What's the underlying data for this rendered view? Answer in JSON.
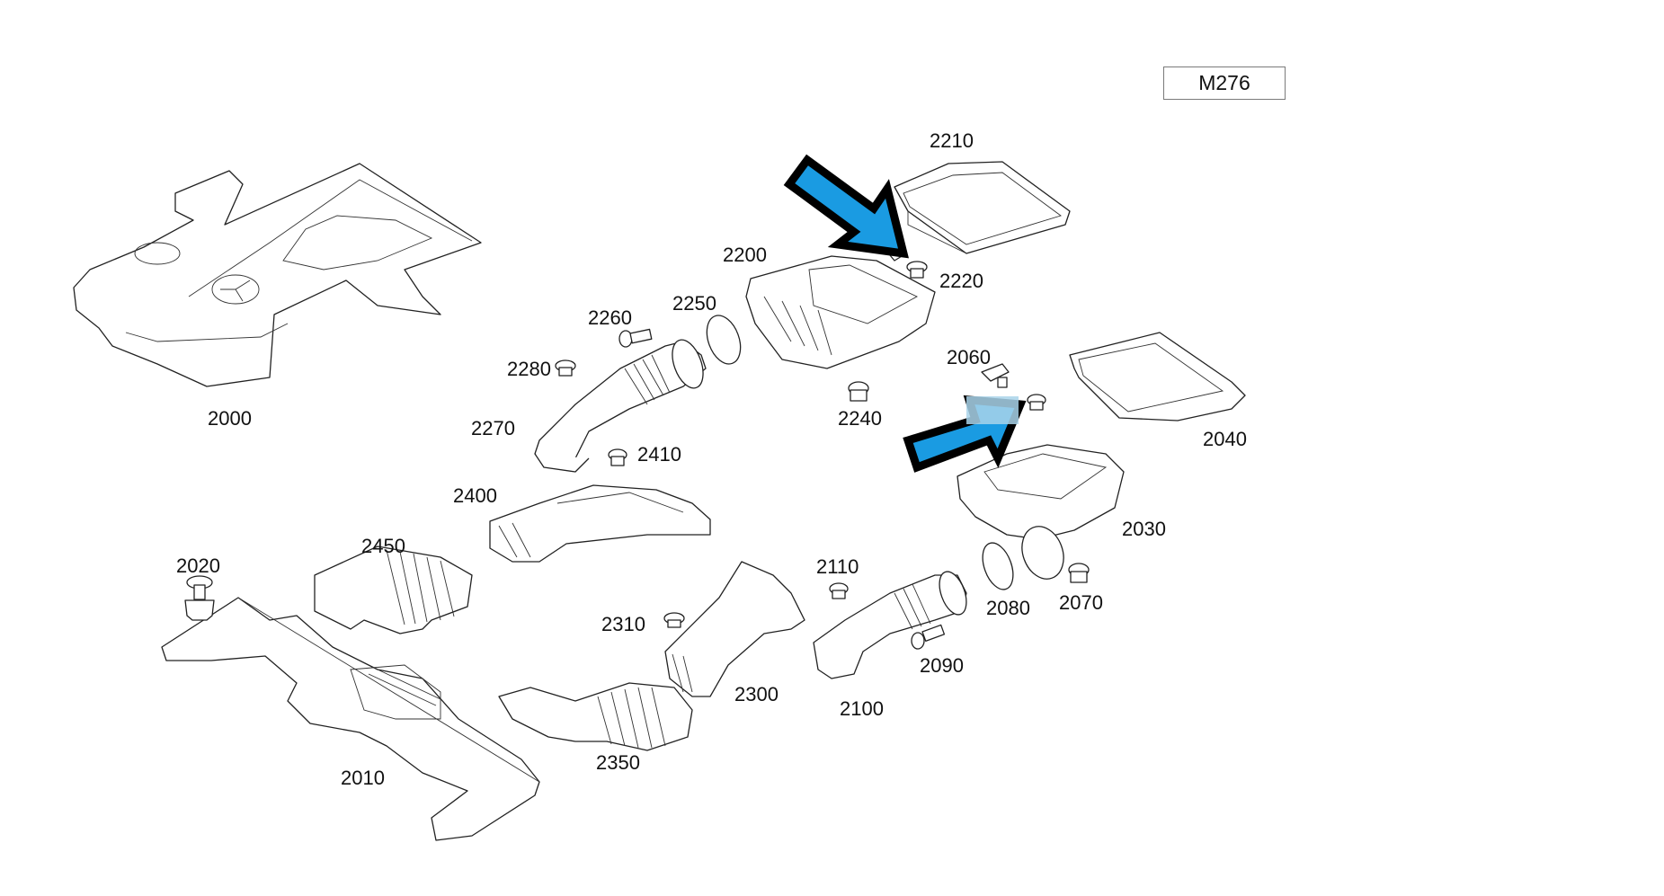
{
  "model_label": "M276",
  "accent_colors": {
    "arrow_fill": "#1a9be2",
    "arrow_outline": "#000000",
    "highlight": "#a9d4ea"
  },
  "callout_arrows": [
    {
      "name": "arrow-to-2220-area",
      "points_to": "sensor near 2220"
    },
    {
      "name": "arrow-to-2060-area",
      "points_to": "sensor near 2060 (highlighted)"
    }
  ],
  "parts": [
    {
      "number": "2000",
      "description": "engine cover"
    },
    {
      "number": "2010",
      "description": "air duct bracket"
    },
    {
      "number": "2020",
      "description": "clip"
    },
    {
      "number": "2030",
      "description": "air filter housing (right)"
    },
    {
      "number": "2040",
      "description": "air filter element (right)"
    },
    {
      "number": "2060",
      "description": "sensor"
    },
    {
      "number": "2070",
      "description": "grommet"
    },
    {
      "number": "2080",
      "description": "seal ring"
    },
    {
      "number": "2090",
      "description": "bolt"
    },
    {
      "number": "2100",
      "description": "intake hose (right)"
    },
    {
      "number": "2110",
      "description": "grommet"
    },
    {
      "number": "2200",
      "description": "air filter housing (left)"
    },
    {
      "number": "2210",
      "description": "air filter element (left)"
    },
    {
      "number": "2220",
      "description": "grommet"
    },
    {
      "number": "2240",
      "description": "grommet"
    },
    {
      "number": "2250",
      "description": "seal ring"
    },
    {
      "number": "2260",
      "description": "bolt"
    },
    {
      "number": "2270",
      "description": "intake hose (left)"
    },
    {
      "number": "2280",
      "description": "grommet"
    },
    {
      "number": "2300",
      "description": "air duct"
    },
    {
      "number": "2310",
      "description": "grommet"
    },
    {
      "number": "2350",
      "description": "bellows duct"
    },
    {
      "number": "2400",
      "description": "air duct"
    },
    {
      "number": "2410",
      "description": "grommet"
    },
    {
      "number": "2450",
      "description": "bellows duct"
    }
  ],
  "labels": {
    "l2000": "2000",
    "l2010": "2010",
    "l2020": "2020",
    "l2030": "2030",
    "l2040": "2040",
    "l2060": "2060",
    "l2070": "2070",
    "l2080": "2080",
    "l2090": "2090",
    "l2100": "2100",
    "l2110": "2110",
    "l2200": "2200",
    "l2210": "2210",
    "l2220": "2220",
    "l2240": "2240",
    "l2250": "2250",
    "l2260": "2260",
    "l2270": "2270",
    "l2280": "2280",
    "l2300": "2300",
    "l2310": "2310",
    "l2350": "2350",
    "l2400": "2400",
    "l2410": "2410",
    "l2450": "2450"
  }
}
